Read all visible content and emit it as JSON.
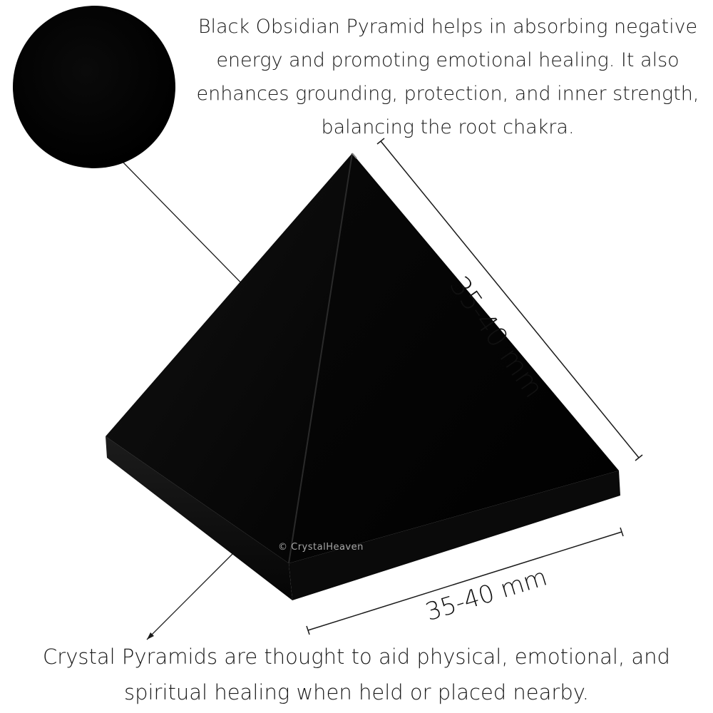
{
  "description_top": "Black Obsidian Pyramid helps in absorbing negative energy and promoting emotional healing. It also enhances grounding, protection, and inner strength, balancing the root chakra.",
  "description_bottom": "Crystal Pyramids are thought to aid physical, emotional, and spiritual healing when held or placed nearby.",
  "dimensions": {
    "edge_length": "35-40 mm",
    "base_width": "35-40 mm"
  },
  "watermark": "© CrystalHeaven",
  "colors": {
    "stone": "#050505",
    "text": "#1a1a1a",
    "background": "#ffffff"
  }
}
